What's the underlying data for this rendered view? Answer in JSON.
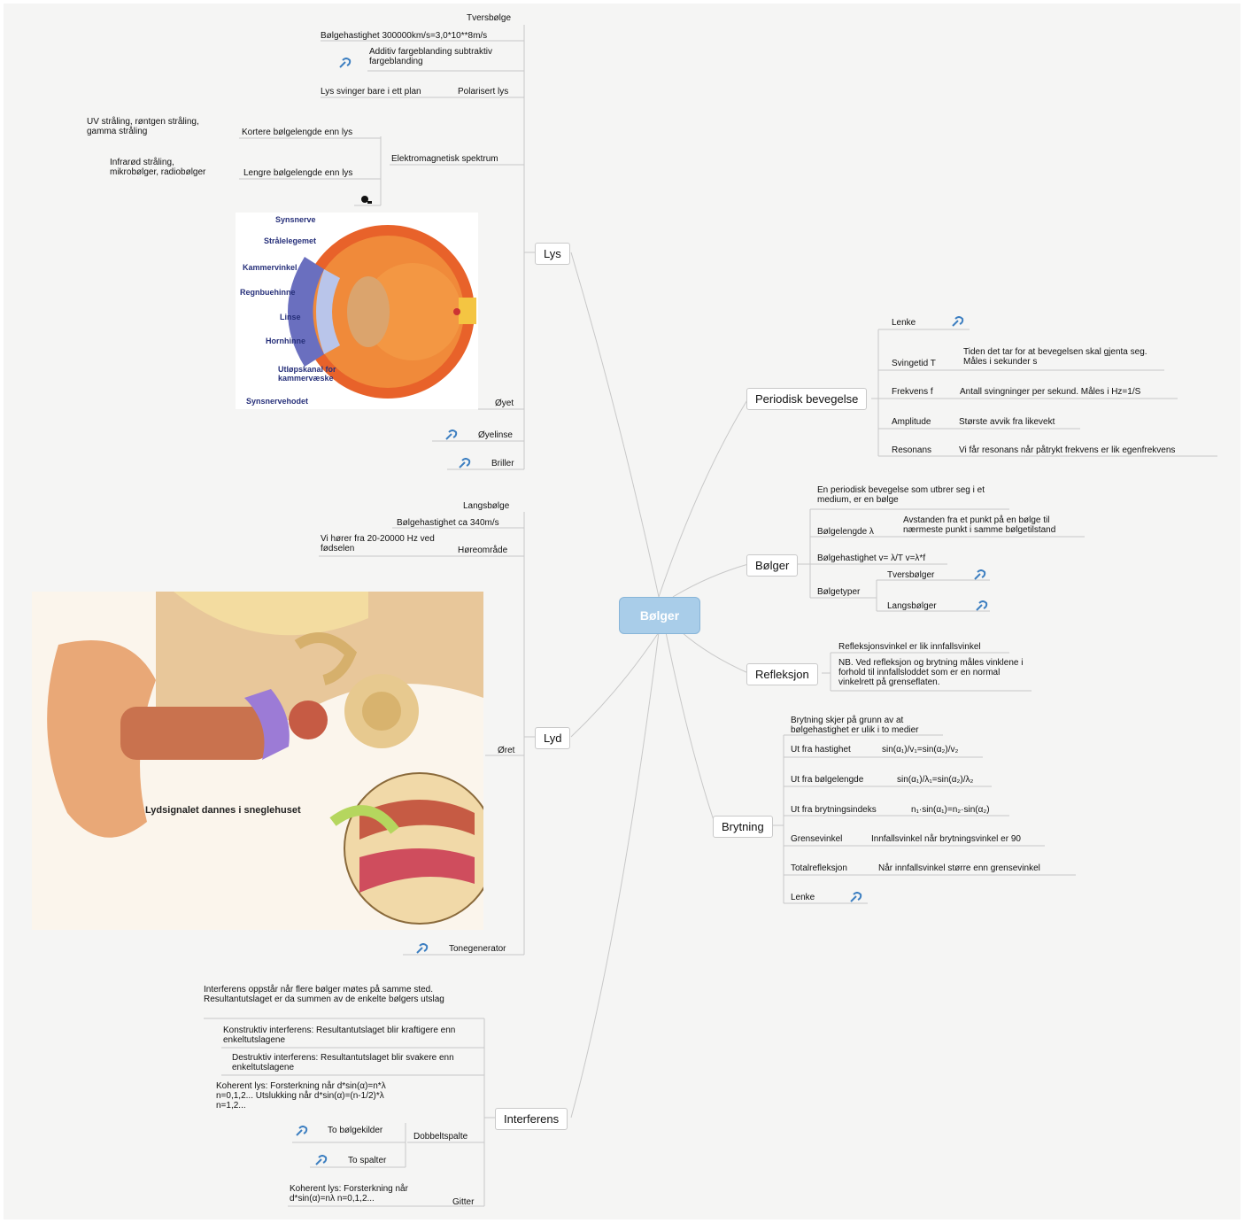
{
  "root": "Bølger",
  "lys": {
    "label": "Lys",
    "tversbolge": "Tversbølge",
    "hastighet": "Bølgehastighet 300000km/s=3,0*10**8m/s",
    "farge": "Additiv fargeblanding subtraktiv fargeblanding",
    "polar_left": "Lys svinger bare i ett plan",
    "polar": "Polarisert lys",
    "kort_left": "UV stråling, røntgen stråling, gamma stråling",
    "kort": "Kortere bølgelengde enn lys",
    "elektro": "Elektromagnetisk spektrum",
    "lang_left": "Infrarød stråling, mikrobølger, radiobølger",
    "lang": "Lengre bølgelengde enn lys",
    "eye_labels": [
      "Synsnerve",
      "Strålelegemet",
      "Kammervinkel",
      "Regnbuehinne",
      "Linse",
      "Hornhinne",
      "Utløpskanal for kammervæske",
      "Synsnervehodet"
    ],
    "oyet": "Øyet",
    "oyelinse": "Øyelinse",
    "briller": "Briller"
  },
  "lyd": {
    "label": "Lyd",
    "langsbolge": "Langsbølge",
    "hastighet": "Bølgehastighet ca 340m/s",
    "horer": "Vi hører fra 20-20000 Hz ved fødselen",
    "horeomrade": "Høreområde",
    "oret": "Øret",
    "ear_title": "Lydsignalet dannes i sneglehuset",
    "tonegenerator": "Tonegenerator"
  },
  "interferens": {
    "label": "Interferens",
    "intro": "Interferens oppstår når flere bølger møtes på samme sted. Resultantutslaget er da summen av de enkelte bølgers utslag",
    "konstruktiv": "Konstruktiv interferens: Resultantutslaget blir kraftigere enn enkeltutslagene",
    "destruktiv": "Destruktiv interferens: Resultantutslaget blir svakere enn enkeltutslagene",
    "koherent1": "Koherent lys: Forsterkning når d*sin(α)=n*λ n=0,1,2... Utslukking når d*sin(α)=(n-1/2)*λ n=1,2...",
    "to_bolgekilder": "To bølgekilder",
    "to_spalter": "To spalter",
    "dobbeltspalte": "Dobbeltspalte",
    "koherent2": "Koherent lys: Forsterkning når d*sin(α)=nλ   n=0,1,2...",
    "gitter": "Gitter"
  },
  "periodisk": {
    "label": "Periodisk bevegelse",
    "lenke": "Lenke",
    "svingetid": "Svingetid T",
    "svingetid_desc": "Tiden det tar for at bevegelsen skal gjenta seg. Måles i sekunder s",
    "frekvens": "Frekvens f",
    "frekvens_desc": "Antall svingninger per sekund. Måles i Hz=1/S",
    "amplitude": "Amplitude",
    "amplitude_desc": "Største avvik fra likevekt",
    "resonans": "Resonans",
    "resonans_desc": "Vi får resonans når påtrykt frekvens er lik egenfrekvens"
  },
  "bolger": {
    "label": "Bølger",
    "def": "En periodisk bevegelse som utbrer seg i et medium, er en bølge",
    "bolgelengde": "Bølgelengde  λ",
    "bolgelengde_desc": "Avstanden fra et punkt på en bølge til nærmeste punkt i samme bølgetilstand",
    "hastighet": "Bølgehastighet v= λ/T   v=λ*f",
    "typer": "Bølgetyper",
    "tvers": "Tversbølger",
    "langs": "Langsbølger"
  },
  "refleksjon": {
    "label": "Refleksjon",
    "regel": "Refleksjonsvinkel er lik innfallsvinkel",
    "nb": "NB. Ved refleksjon og brytning måles vinklene i forhold til innfallsloddet som er en normal vinkelrett på grenseflaten."
  },
  "brytning": {
    "label": "Brytning",
    "intro": "Brytning skjer på grunn av at bølgehastighet er ulik i to medier",
    "hastighet": "Ut fra hastighet",
    "hastighet_f": "sin(α₁)/v₁=sin(α₂)/v₂",
    "bolgelengde": "Ut fra bølgelengde",
    "bolgelengde_f": "sin(α₁)/λ₁=sin(α₂)/λ₂",
    "indeks": "Ut fra brytningsindeks",
    "indeks_f": "n₁·sin(α₁)=n₂·sin(α₂)",
    "grense": "Grensevinkel",
    "grense_desc": "Innfallsvinkel når brytningsvinkel er 90",
    "total": "Totalrefleksjon",
    "total_desc": "Når innfallsvinkel større enn grensevinkel",
    "lenke": "Lenke"
  },
  "colors": {
    "root_fill": "#a9cde9",
    "line": "#c8c8c8",
    "link_icon": "#3d7fc1",
    "eye_label": "#27307a"
  }
}
